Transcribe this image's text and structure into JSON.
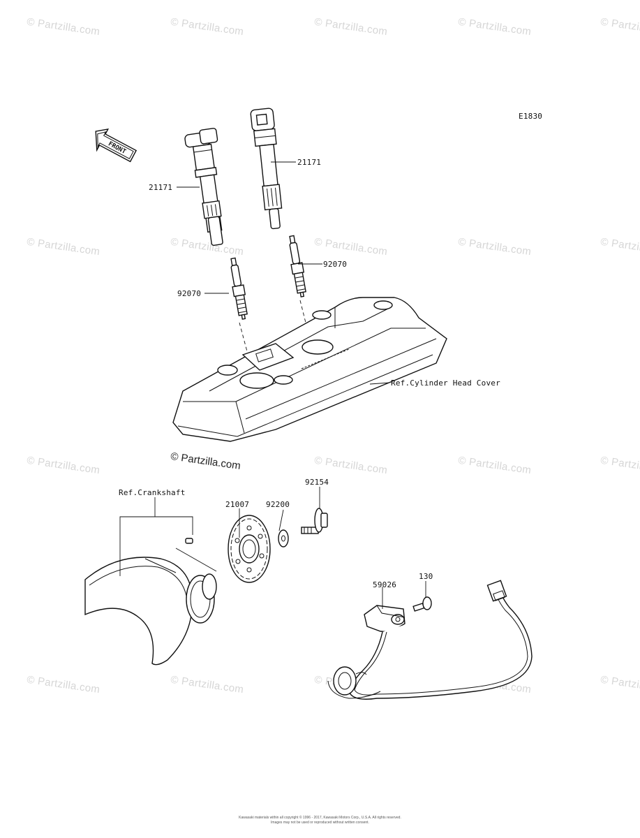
{
  "diagram": {
    "code": "E1830",
    "front_arrow_label": "FRONT",
    "watermark": "© Partzilla.com",
    "watermark_main": "© Partzilla.com",
    "labels": {
      "coil_left": "21171",
      "coil_right": "21171",
      "plug_left": "92070",
      "plug_right": "92070",
      "head_cover": "Ref.Cylinder Head Cover",
      "crankshaft": "Ref.Crankshaft",
      "rotor": "21007",
      "washer": "92200",
      "bolt_rotor": "92154",
      "sensor": "59026",
      "bolt_sensor": "130"
    },
    "footer_line1": "Kawasaki materials within all copyright © 1996 - 2017, Kawasaki Motors Corp., U.S.A. All rights reserved.",
    "footer_line2": "Images may not be used or reproduced without written consent."
  }
}
